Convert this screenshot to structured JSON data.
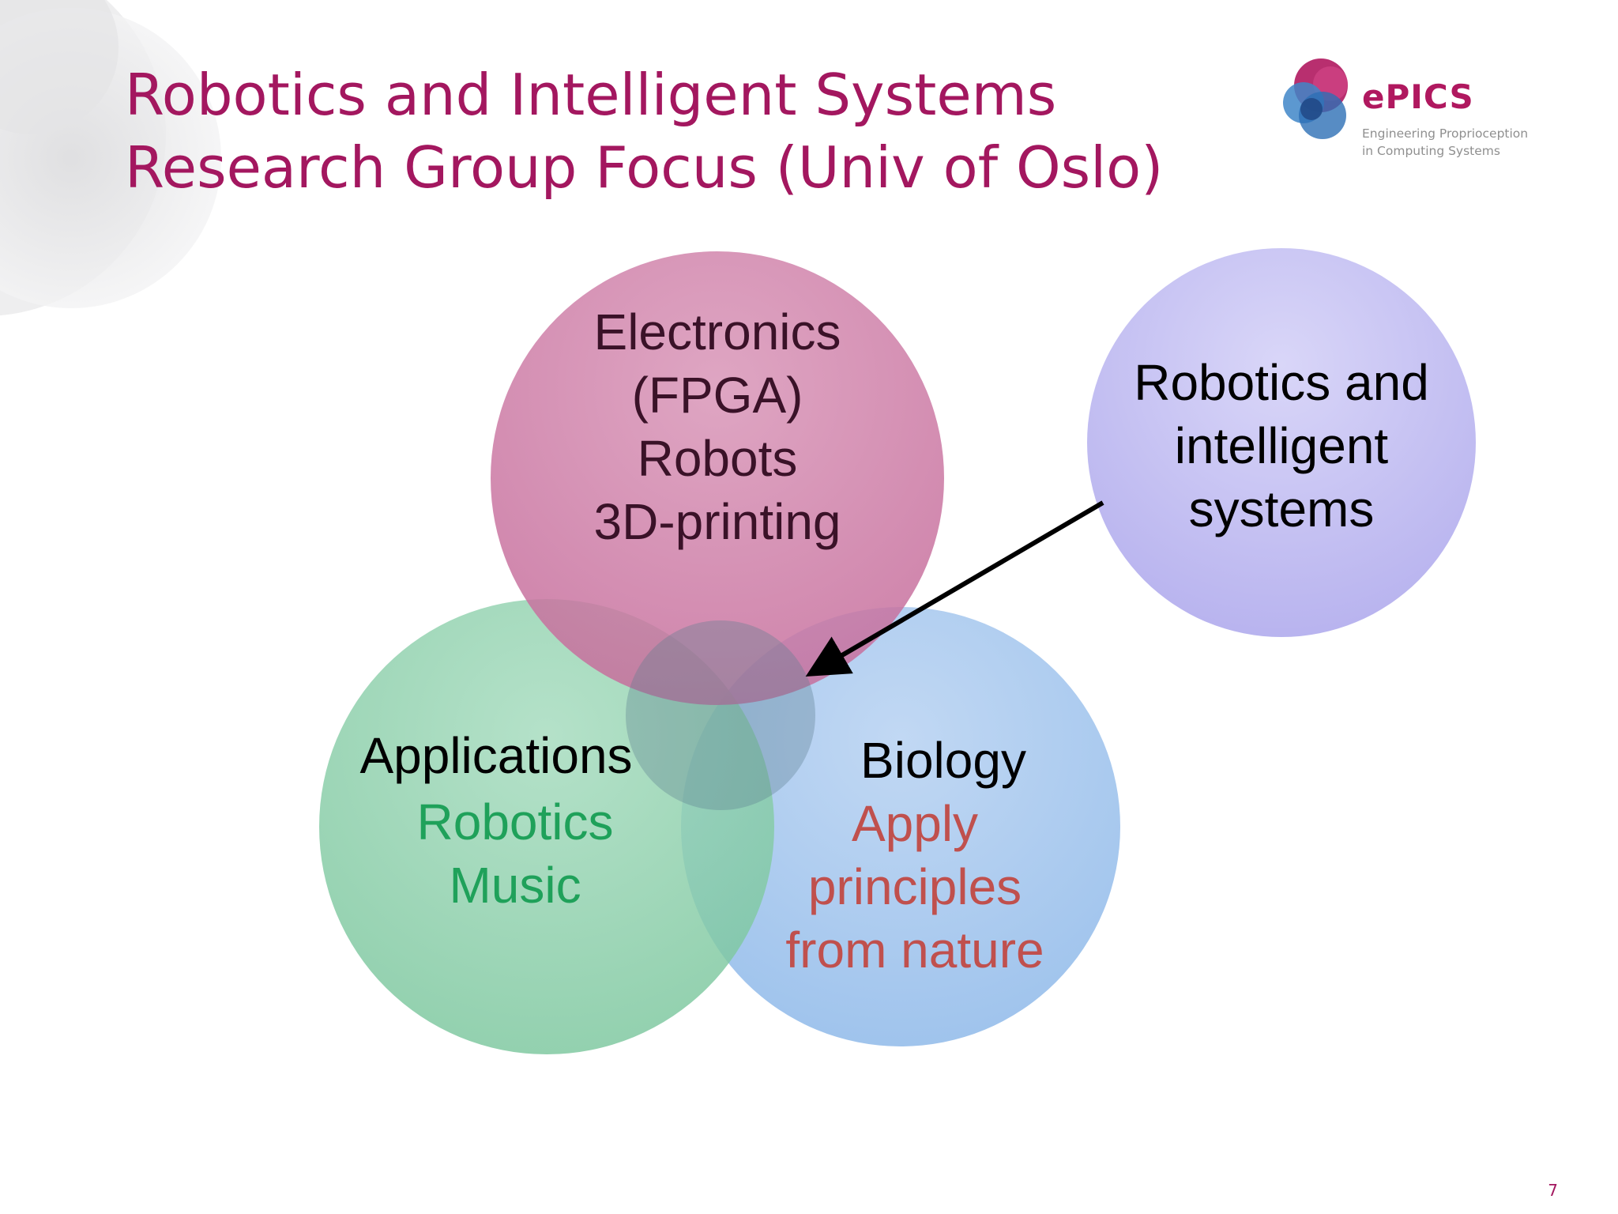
{
  "slide": {
    "title_line_1": "Robotics and Intelligent Systems",
    "title_line_2": "Research Group Focus (Univ of Oslo)",
    "slide_number": "7"
  },
  "logo": {
    "wordmark": "ePICS",
    "tagline_line_1": "Engineering Proprioception",
    "tagline_line_2": "in Computing Systems"
  },
  "diagram": {
    "electronics": [
      "Electronics",
      "(FPGA)",
      "Robots",
      "3D-printing"
    ],
    "applications": {
      "heading": "Applications",
      "items": [
        "Robotics",
        "Music"
      ]
    },
    "biology": {
      "heading": "Biology",
      "items": [
        "Apply",
        "principles",
        "from nature"
      ]
    },
    "robotics_and_intelligent_systems": [
      "Robotics and",
      "intelligent",
      "systems"
    ]
  },
  "colors": {
    "title": "#a3175f",
    "electronics_circle": "#cc7aa5",
    "applications_circle": "#86cba4",
    "biology_circle": "#a9c9ef",
    "ris_circle": "#c4c0f2",
    "applications_items": "#1fa15a",
    "biology_items": "#c0504d",
    "arrow": "#000000"
  }
}
